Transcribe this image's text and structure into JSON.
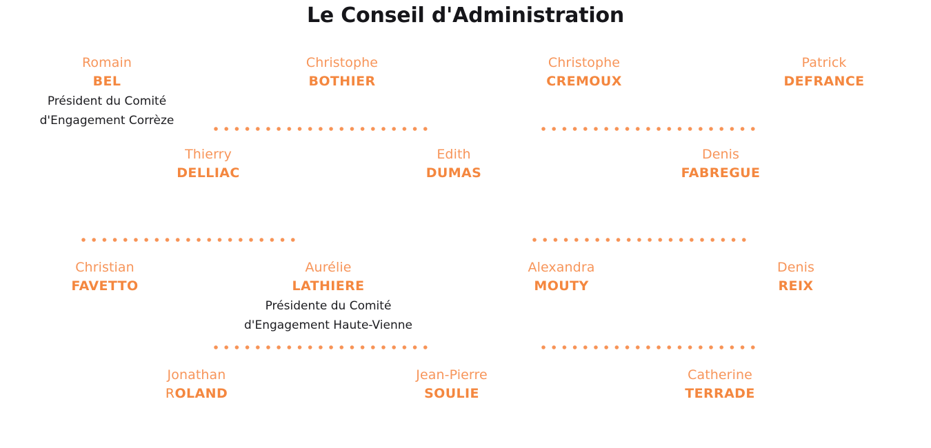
{
  "page": {
    "title": "Le Conseil d'Administration",
    "background_color": "#ffffff",
    "accent_color": "#f4873f",
    "accent_light_color": "#f7955a",
    "text_color": "#16161a"
  },
  "members": [
    {
      "id": "romain-bel",
      "first_name": "Romain",
      "last_name": "BEL",
      "role": "Président du Comité\nd'Engagement Corrèze"
    },
    {
      "id": "christophe-bothier",
      "first_name": "Christophe",
      "last_name": "BOTHIER",
      "role": ""
    },
    {
      "id": "christophe-cremoux",
      "first_name": "Christophe",
      "last_name": "CREMOUX",
      "role": ""
    },
    {
      "id": "patrick-defrance",
      "first_name": "Patrick",
      "last_name": "DEFRANCE",
      "role": ""
    },
    {
      "id": "thierry-delliac",
      "first_name": "Thierry",
      "last_name": "DELLIAC",
      "role": ""
    },
    {
      "id": "edith-dumas",
      "first_name": "Edith",
      "last_name": "DUMAS",
      "role": ""
    },
    {
      "id": "denis-fabregue",
      "first_name": "Denis",
      "last_name": "FABREGUE",
      "role": ""
    },
    {
      "id": "christian-favetto",
      "first_name": "Christian",
      "last_name": "FAVETTO",
      "role": ""
    },
    {
      "id": "aurelie-lathiere",
      "first_name": "Aurélie",
      "last_name": "LATHIERE",
      "role": "Présidente du Comité\nd'Engagement Haute-Vienne"
    },
    {
      "id": "alexandra-mouty",
      "first_name": "Alexandra",
      "last_name": "MOUTY",
      "role": ""
    },
    {
      "id": "denis-reix",
      "first_name": "Denis",
      "last_name": "REIX",
      "role": ""
    },
    {
      "id": "jonathan-roland",
      "first_name": "Jonathan",
      "last_name": "ROLAND",
      "last_name_initial": "R",
      "last_name_rest": "OLAND",
      "role": ""
    },
    {
      "id": "jean-pierre-soulie",
      "first_name": "Jean-Pierre",
      "last_name": "SOULIE",
      "role": ""
    },
    {
      "id": "catherine-terrade",
      "first_name": "Catherine",
      "last_name": "TERRADE",
      "role": ""
    }
  ],
  "connectors": [
    {
      "id": "connector-row1-left",
      "dot_color": "#f79356"
    },
    {
      "id": "connector-row1-right",
      "dot_color": "#f79356"
    },
    {
      "id": "connector-row2-left",
      "dot_color": "#f79356"
    },
    {
      "id": "connector-row2-right",
      "dot_color": "#f79356"
    },
    {
      "id": "connector-row3-left",
      "dot_color": "#f79356"
    },
    {
      "id": "connector-row3-right",
      "dot_color": "#f79356"
    }
  ]
}
